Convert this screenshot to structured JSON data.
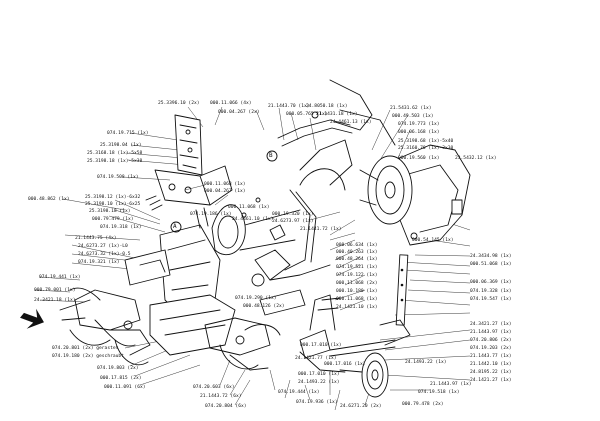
{
  "labels": [
    {
      "id": "l1",
      "text": "25.3396.10 (2x)"
    },
    {
      "id": "l2",
      "text": "000.11.066 (4x)"
    },
    {
      "id": "l3",
      "text": "000.04.267 (2x)"
    },
    {
      "id": "l4",
      "text": "21.1443.70 (1x)"
    },
    {
      "id": "l5",
      "text": "24.8050.18 (1x)"
    },
    {
      "id": "l6",
      "text": "000.05.765 (1x)"
    },
    {
      "id": "l7",
      "text": "21.1431.18 (1x)"
    },
    {
      "id": "l8",
      "text": "24.4461.13 (1x)"
    },
    {
      "id": "l9",
      "text": "21.5431.62 (1x)"
    },
    {
      "id": "l10",
      "text": "000.49.503 (1x)"
    },
    {
      "id": "l11",
      "text": "074.19.773 (1x)"
    },
    {
      "id": "l12",
      "text": "000.06.168 (1x)"
    },
    {
      "id": "l13",
      "text": "074.19.715 (1x)"
    },
    {
      "id": "l14",
      "text": "25.3198.04 (1x)"
    },
    {
      "id": "l15",
      "text": "25.3168.18 (1x)-5x58"
    },
    {
      "id": "l16",
      "text": "25.3198.18 (1x)-5x38"
    },
    {
      "id": "l17",
      "text": "25.3198.68 (1x)-5x40"
    },
    {
      "id": "l18",
      "text": "25.3160.70 (1x)-3x30"
    },
    {
      "id": "l19",
      "text": "074.19.508 (1x)"
    },
    {
      "id": "l20",
      "text": "000.19.560 (1x)"
    },
    {
      "id": "l21",
      "text": "23.5432.12 (1x)"
    },
    {
      "id": "l22",
      "text": "000.11.068 (1x)"
    },
    {
      "id": "l23",
      "text": "000.04.267 (1x)"
    },
    {
      "id": "l24",
      "text": "000.48.862 (1x)"
    },
    {
      "id": "l25",
      "text": "25.3198.12 (1x)-6x32"
    },
    {
      "id": "l26",
      "text": "25.3198.10 (1x)-6x25"
    },
    {
      "id": "l27",
      "text": "25.3198.18 (1x)"
    },
    {
      "id": "l28",
      "text": "000.11.068 (1x)"
    },
    {
      "id": "l29",
      "text": "074.19.186 (1x)"
    },
    {
      "id": "l30",
      "text": "000.19.320 (1x)"
    },
    {
      "id": "l31",
      "text": "24.6273.97 (1x)"
    },
    {
      "id": "l32",
      "text": "24.4461.10 (1x)"
    },
    {
      "id": "l33",
      "text": "000.79.479 (1x)"
    },
    {
      "id": "l34",
      "text": "074.19.318 (1x)"
    },
    {
      "id": "l35",
      "text": "21.1441.72 (1x)"
    },
    {
      "id": "l36",
      "text": "000.06.634 (1x)"
    },
    {
      "id": "l37",
      "text": "000.54.145 (1x)"
    },
    {
      "id": "l38",
      "text": "24.3434.98 (1x)"
    },
    {
      "id": "l39",
      "text": "21.1443.75 (4x)"
    },
    {
      "id": "l40",
      "text": "24.6273.27 (1x)-L0"
    },
    {
      "id": "l41",
      "text": "24.6273.32 (1x)-0.5"
    },
    {
      "id": "l42",
      "text": "074.19.321 (1x)"
    },
    {
      "id": "l43",
      "text": "074.19.441 (1x)"
    },
    {
      "id": "l44",
      "text": "000.79.001 (1x)"
    },
    {
      "id": "l45",
      "text": "24.3421.18 (1x)"
    },
    {
      "id": "l46",
      "text": "000.40.263 (1x)"
    },
    {
      "id": "l47",
      "text": "000.48.264 (1x)"
    },
    {
      "id": "l48",
      "text": "074.19.521 (1x)"
    },
    {
      "id": "l49",
      "text": "000.51.068 (1x)"
    },
    {
      "id": "l50",
      "text": "074.19.122 (1x)"
    },
    {
      "id": "l51",
      "text": "000.06.369 (1x)"
    },
    {
      "id": "l52",
      "text": "074.19.328 (1x)"
    },
    {
      "id": "l53",
      "text": "074.19.547 (1x)"
    },
    {
      "id": "l54",
      "text": "000.11.068 (2x)"
    },
    {
      "id": "l55",
      "text": "000.10.180 (1x)"
    },
    {
      "id": "l56",
      "text": "000.11.068 (1x)"
    },
    {
      "id": "l57",
      "text": "24.1421.10 (1x)"
    },
    {
      "id": "l58",
      "text": "000.17.010 (1x)"
    },
    {
      "id": "l59",
      "text": "24.1421.77 (1x)"
    },
    {
      "id": "l60",
      "text": "24.3421.27 (1x)"
    },
    {
      "id": "l61",
      "text": "074.19.290 (1x)"
    },
    {
      "id": "l62",
      "text": "000.48.126 (2x)"
    },
    {
      "id": "l63",
      "text": "21.1443.97 (1x)"
    },
    {
      "id": "l64",
      "text": "074.20.806 (2x)"
    },
    {
      "id": "l65",
      "text": "074.19.203 (2x)"
    },
    {
      "id": "l66",
      "text": "21.1443.77 (1x)"
    },
    {
      "id": "l67",
      "text": "074.20.801 (2x) gerastet"
    },
    {
      "id": "l68",
      "text": "074.19.180 (2x) geschraubt"
    },
    {
      "id": "l69",
      "text": "074.19.803 (2x)"
    },
    {
      "id": "l70",
      "text": "000.17.815 (2x)"
    },
    {
      "id": "l71",
      "text": "000.11.091 (6x)"
    },
    {
      "id": "l72",
      "text": "074.20.603 (6x)"
    },
    {
      "id": "l73",
      "text": "21.1443.72 (6x)"
    },
    {
      "id": "l74",
      "text": "074.20.804 (6x)"
    },
    {
      "id": "l75",
      "text": "000.17.010 (1x)"
    },
    {
      "id": "l76",
      "text": "24.1493.22 (1x)"
    },
    {
      "id": "l77",
      "text": "074.19.444 (1x)"
    },
    {
      "id": "l78",
      "text": "074.19.936 (1x)"
    },
    {
      "id": "l79",
      "text": "24.1493.22 (1x)"
    },
    {
      "id": "l80",
      "text": "21.1442.10 (1x)"
    },
    {
      "id": "l81",
      "text": "24.8195.22 (1x)"
    },
    {
      "id": "l82",
      "text": "24.1421.27 (1x)"
    },
    {
      "id": "l83",
      "text": "21.1443.97 (1x)"
    },
    {
      "id": "l84",
      "text": "074.19.518 (1x)"
    },
    {
      "id": "l85",
      "text": "000.79.478 (2x)"
    },
    {
      "id": "l86",
      "text": "24.6271.20 (2x)"
    },
    {
      "id": "l87",
      "text": "000.17.016 (1x)"
    }
  ],
  "letters": {
    "a": "A",
    "b": "B"
  },
  "colors": {
    "ink": "#111111",
    "paper": "#ffffff"
  }
}
